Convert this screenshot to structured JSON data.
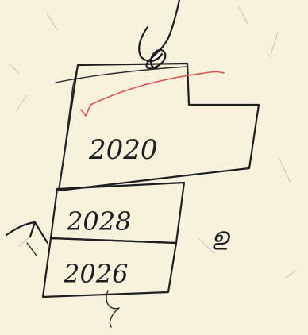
{
  "sketch": {
    "top_label": "2020",
    "middle_label": "2028",
    "bottom_label": "2026",
    "side_symbol": "ഉ"
  },
  "colors": {
    "paper": "#f6f2dc",
    "ink": "#1e1e22",
    "check_mark": "#e0534f"
  },
  "icons": {
    "check": "check-mark-icon",
    "pin": "pin-scribble-icon",
    "arrow": "arrow-mark-icon"
  }
}
